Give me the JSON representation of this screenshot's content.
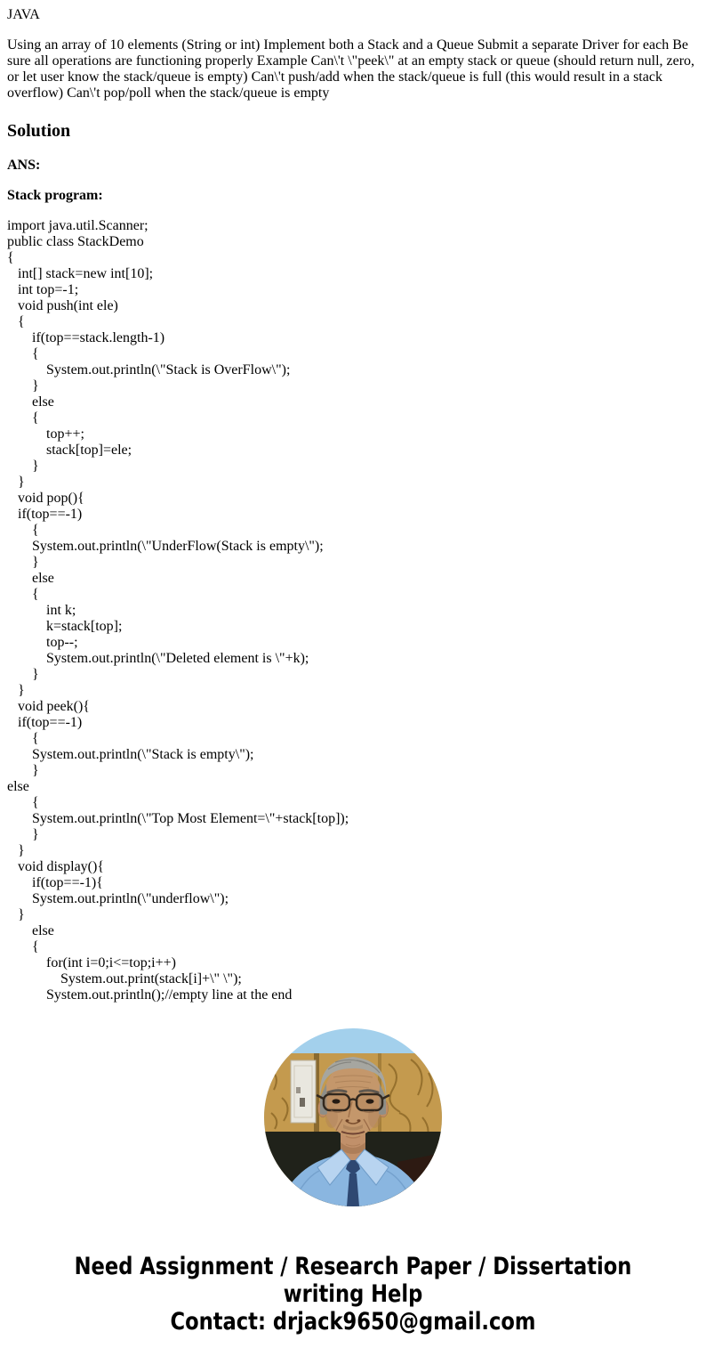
{
  "page": {
    "category_label": "JAVA",
    "intro": "Using an array of 10 elements (String or int) Implement both a Stack and a Queue Submit a separate Driver for each Be sure all operations are functioning properly Example Can\\'t \\\"peek\\\" at an empty stack or queue (should return null, zero, or let user know the stack/queue is empty) Can\\'t push/add when the stack/queue is full (this would result in a stack overflow) Can\\'t pop/poll when the stack/queue is empty",
    "solution_heading": "Solution",
    "ans_label": "ANS:",
    "program_label": "Stack program:",
    "code_lines": [
      "import java.util.Scanner;",
      "public class StackDemo",
      "{",
      "   int[] stack=new int[10];",
      "   int top=-1;",
      "   void push(int ele)",
      "   {",
      "       if(top==stack.length-1)",
      "       {",
      "           System.out.println(\\\"Stack is OverFlow\\\");",
      "       }",
      "       else",
      "       {",
      "           top++;",
      "           stack[top]=ele;",
      "       }",
      "   }",
      "   void pop(){",
      "   if(top==-1)",
      "       {",
      "       System.out.println(\\\"UnderFlow(Stack is empty\\\");",
      "       }",
      "       else",
      "       {",
      "           int k;",
      "           k=stack[top];",
      "           top--;",
      "           System.out.println(\\\"Deleted element is \\\"+k);",
      "       }",
      "   }",
      "   void peek(){",
      "   if(top==-1)",
      "       {",
      "       System.out.println(\\\"Stack is empty\\\");",
      "       }",
      "else",
      "       {",
      "       System.out.println(\\\"Top Most Element=\\\"+stack[top]);",
      "       }",
      "   }",
      "   void display(){",
      "       if(top==-1){",
      "       System.out.println(\\\"underflow\\\");",
      "   }",
      "       else",
      "       {",
      "           for(int i=0;i<=top;i++)",
      "               System.out.print(stack[i]+\\\" \\\");",
      "           System.out.println();//empty line at the end"
    ],
    "avatar": {
      "description": "tutor portrait photo"
    },
    "footer": {
      "lines": [
        "Need Assignment / Research Paper / Dissertation",
        "writing Help",
        "Contact: drjack9650@gmail.com"
      ]
    }
  }
}
